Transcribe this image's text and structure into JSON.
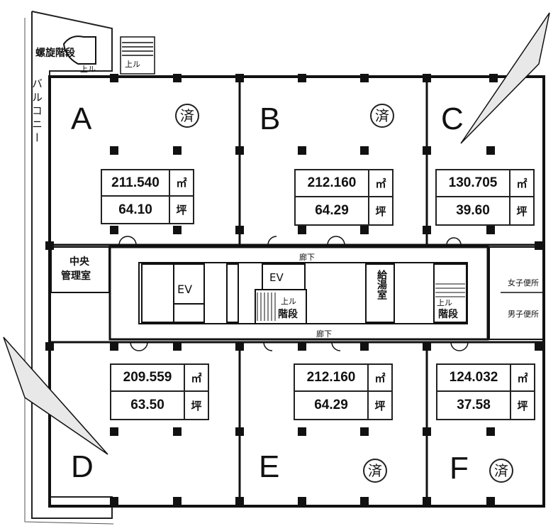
{
  "units": [
    {
      "id": "A",
      "letter": "A",
      "area_m2": "211.540",
      "area_tsubo": "64.10",
      "contracted": true
    },
    {
      "id": "B",
      "letter": "B",
      "area_m2": "212.160",
      "area_tsubo": "64.29",
      "contracted": true
    },
    {
      "id": "C",
      "letter": "C",
      "area_m2": "130.705",
      "area_tsubo": "39.60",
      "contracted": false
    },
    {
      "id": "D",
      "letter": "D",
      "area_m2": "209.559",
      "area_tsubo": "63.50",
      "contracted": false
    },
    {
      "id": "E",
      "letter": "E",
      "area_m2": "212.160",
      "area_tsubo": "64.29",
      "contracted": true
    },
    {
      "id": "F",
      "letter": "F",
      "area_m2": "124.032",
      "area_tsubo": "37.58",
      "contracted": true
    }
  ],
  "units_label": {
    "m2": "㎡",
    "tsubo": "坪"
  },
  "contracted_mark": "済",
  "labels": {
    "spiral_stairs": "螺旋階段",
    "balcony": "バルコニー",
    "up_a": "上ル",
    "up_b": "上ル",
    "mgmt_room_1": "中央",
    "mgmt_room_2": "管理室",
    "ev_1": "EV",
    "ev_2": "EV",
    "corridor_top": "廊下",
    "corridor_bottom": "廊下",
    "stairs_1_up": "上ル",
    "stairs_1": "階段",
    "pantry": "給湯室",
    "stairs_2_up": "上ル",
    "stairs_2": "階段",
    "womens_wc": "女子便所",
    "mens_wc": "男子便所"
  }
}
